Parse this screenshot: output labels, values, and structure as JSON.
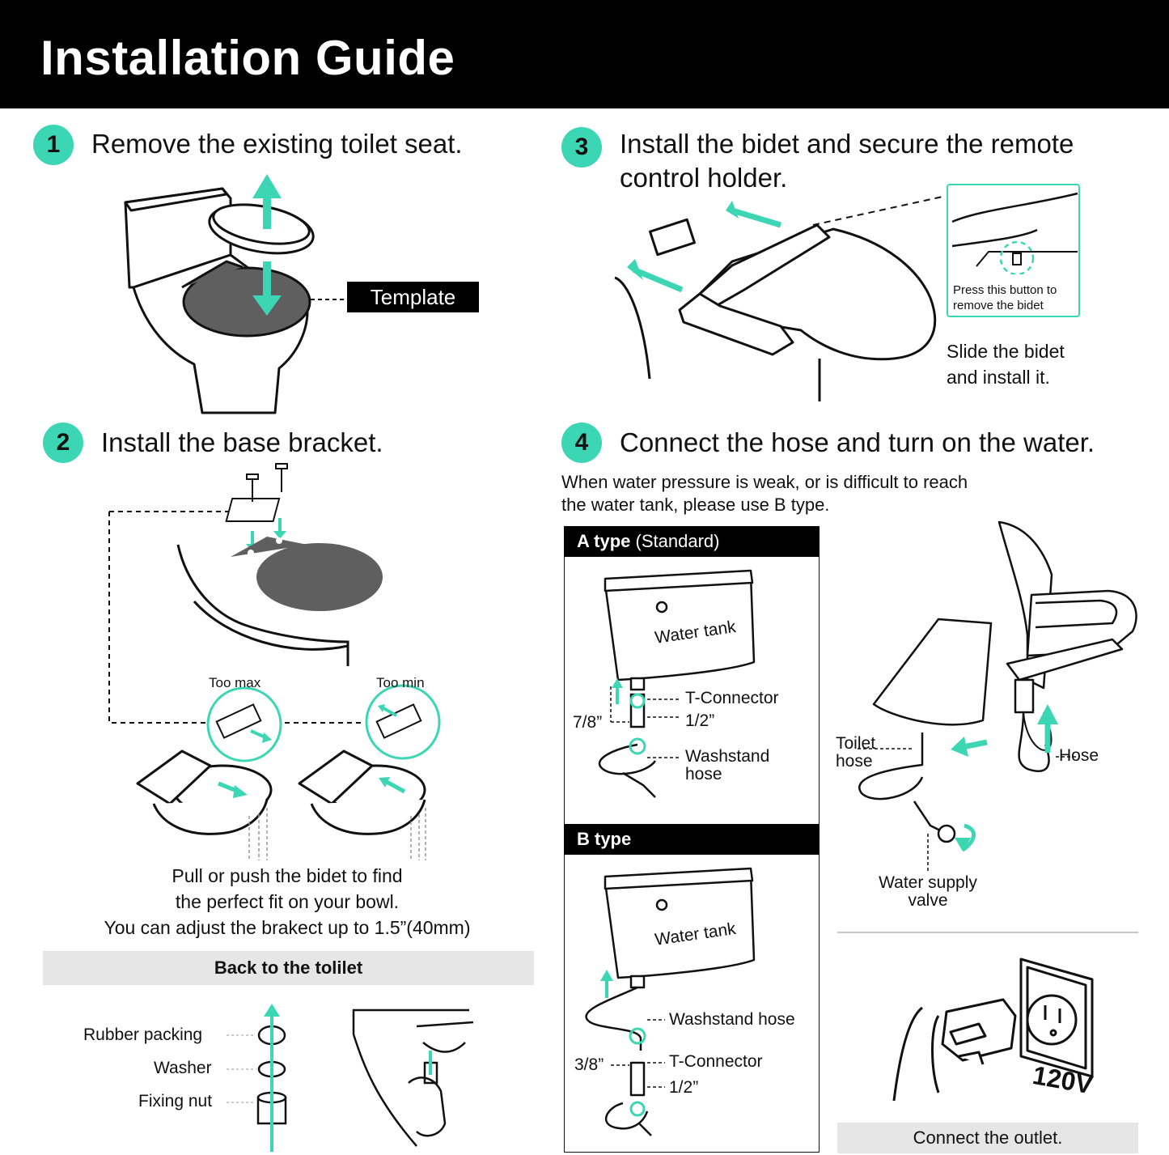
{
  "header": {
    "title": "Installation Guide"
  },
  "colors": {
    "accent": "#3dd6b5",
    "header_bg": "#000000",
    "template_fill": "#5f5f5f",
    "bar_grey": "#e6e6e6"
  },
  "steps": [
    {
      "number": "1",
      "title": "Remove the existing toilet seat."
    },
    {
      "number": "2",
      "title": "Install the base bracket."
    },
    {
      "number": "3",
      "title": "Install the bidet and secure the remote control holder."
    },
    {
      "number": "4",
      "title": "Connect the hose and turn on the water."
    }
  ],
  "step1": {
    "template_label": "Template"
  },
  "step2": {
    "too_max": "Too max",
    "too_min": "Too min",
    "caption_lines": [
      "Pull or push the bidet to find",
      "the perfect fit on your bowl.",
      "You can adjust the brakect up to 1.5”(40mm)"
    ],
    "back_bar": "Back to the tolilet",
    "parts": [
      "Rubber packing",
      "Washer",
      "Fixing nut"
    ]
  },
  "step3": {
    "callout_lines": [
      "Press this button to",
      "remove the bidet"
    ],
    "slide_lines": [
      "Slide the bidet",
      "and install it."
    ]
  },
  "step4": {
    "note_lines": [
      "When water pressure is weak, or is difficult to reach",
      "the water tank, please use B type."
    ],
    "a_type": {
      "title_bold": "A type",
      "title_rest": " (Standard)",
      "tank": "Water tank",
      "t_connector": "T-Connector",
      "half": "1/2”",
      "size": "7/8”",
      "washstand": [
        "Washstand",
        "hose"
      ]
    },
    "b_type": {
      "title_bold": "B type",
      "tank": "Water tank",
      "washstand": "Washstand hose",
      "size": "3/8”",
      "t_connector": "T-Connector",
      "half": "1/2”"
    },
    "right": {
      "toilet_hose": [
        "Toilet",
        "hose"
      ],
      "hose": "Hose",
      "valve": [
        "Water supply",
        "valve"
      ],
      "voltage": "120V",
      "outlet_bar": "Connect the outlet."
    }
  }
}
